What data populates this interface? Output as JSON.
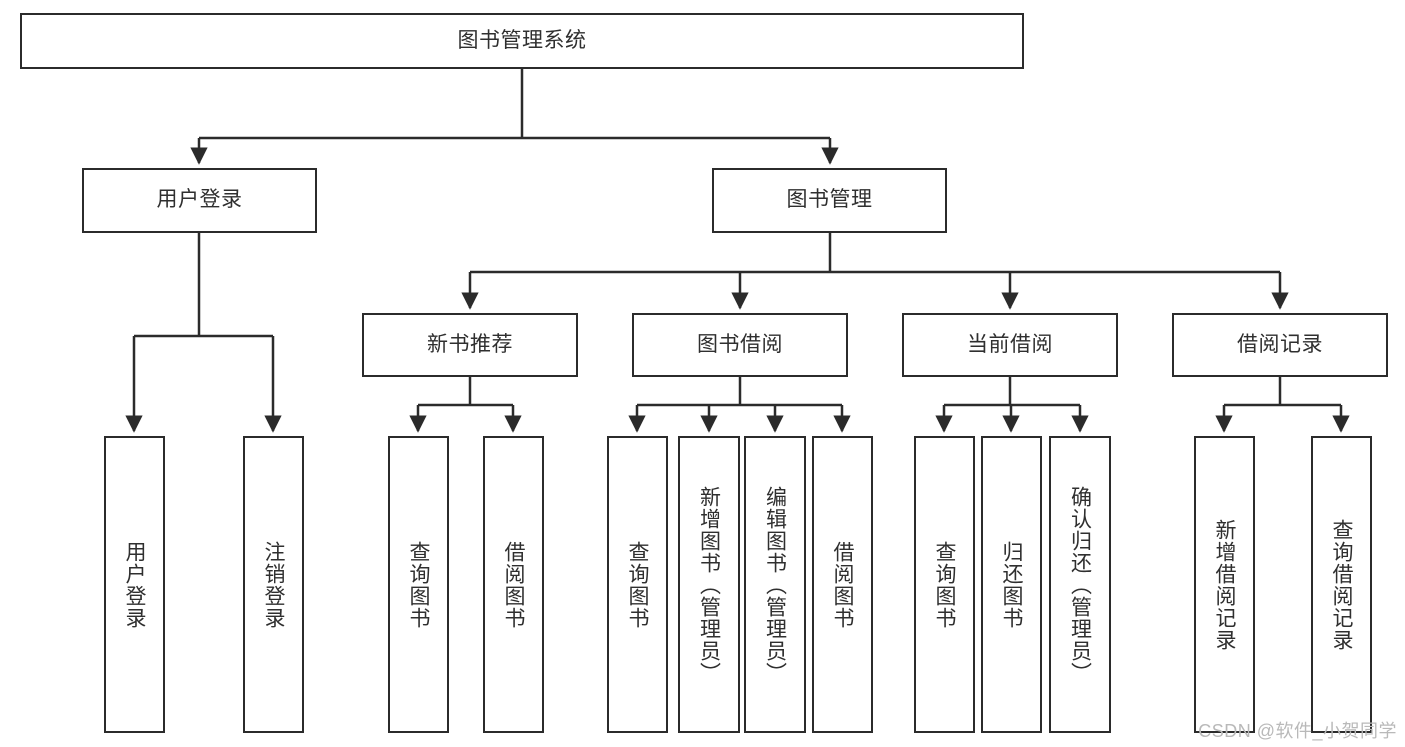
{
  "diagram": {
    "title": "图书管理系统",
    "type": "tree",
    "orientation": "top-down",
    "box_border_color": "#2b2b2b",
    "box_fill_color": "#ffffff",
    "text_color": "#2f2f2f",
    "connector_color": "#2b2b2b",
    "levels": 4
  },
  "nodes": {
    "root": {
      "label": "图书管理系统"
    },
    "level2": [
      {
        "label": "用户登录"
      },
      {
        "label": "图书管理"
      }
    ],
    "level3": [
      {
        "label": "新书推荐"
      },
      {
        "label": "图书借阅"
      },
      {
        "label": "当前借阅"
      },
      {
        "label": "借阅记录"
      }
    ],
    "leaves_user_login": [
      {
        "label": "用户登录"
      },
      {
        "label": "注销登录"
      }
    ],
    "leaves_new_book": [
      {
        "label": "查询图书"
      },
      {
        "label": "借阅图书"
      }
    ],
    "leaves_borrow": [
      {
        "label": "查询图书"
      },
      {
        "label": "新增图书（管理员）"
      },
      {
        "label": "编辑图书（管理员）"
      },
      {
        "label": "借阅图书"
      }
    ],
    "leaves_current": [
      {
        "label": "查询图书"
      },
      {
        "label": "归还图书"
      },
      {
        "label": "确认归还（管理员）"
      }
    ],
    "leaves_records": [
      {
        "label": "新增借阅记录"
      },
      {
        "label": "查询借阅记录"
      }
    ]
  },
  "watermark": {
    "text": "CSDN @软件_小贺同学"
  }
}
